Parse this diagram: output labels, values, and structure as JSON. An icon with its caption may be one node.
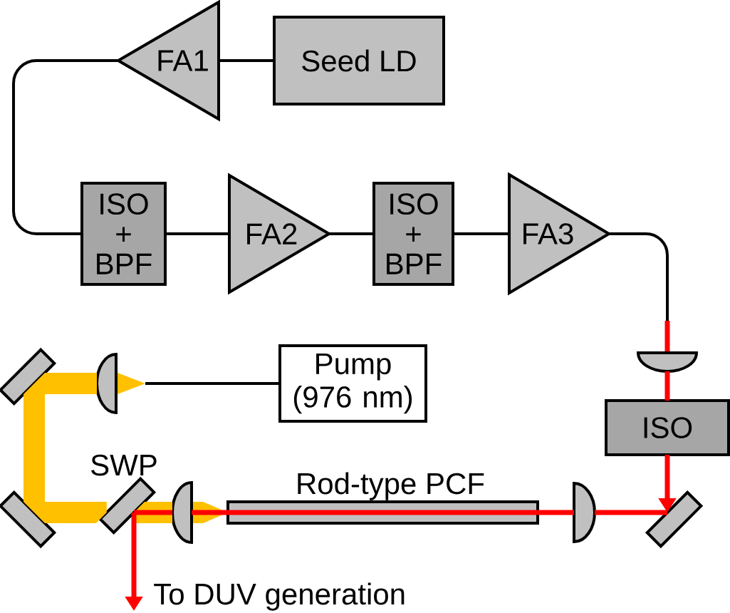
{
  "diagram": {
    "nodes": [
      {
        "text": [
          "Seed LD"
        ]
      },
      {
        "text": [
          "FA1"
        ]
      },
      {
        "text": [
          "ISO + BPF"
        ]
      },
      {
        "text": [
          "FA2"
        ]
      },
      {
        "text": [
          "ISO + BPF"
        ]
      },
      {
        "text": [
          "FA3"
        ]
      },
      {
        "text": [],
        "shape": "lens"
      },
      {
        "text": [
          "ISO"
        ]
      },
      {
        "text": [],
        "shape": "mirror"
      },
      {
        "text": [],
        "shape": "lens"
      },
      {
        "text": [
          "Rod-type PCF"
        ]
      },
      {
        "text": [],
        "shape": "lens"
      },
      {
        "text": [
          "SWP"
        ]
      },
      {
        "text": [],
        "shape": "mirror"
      },
      {
        "text": [],
        "shape": "mirror"
      },
      {
        "text": [],
        "shape": "lens"
      },
      {
        "text": [
          "Pump (976 nm)"
        ]
      }
    ],
    "edges": [
      {
        "from": 0,
        "to": 1,
        "arrow": "none"
      },
      {
        "from": 1,
        "to": 2,
        "arrow": "none"
      },
      {
        "from": 2,
        "to": 3,
        "arrow": "none"
      },
      {
        "from": 3,
        "to": 4,
        "arrow": "none"
      },
      {
        "from": 4,
        "to": 5,
        "arrow": "none"
      },
      {
        "from": 5,
        "to": 6,
        "arrow": "none"
      },
      {
        "from": 6,
        "to": 7,
        "arrow": "none",
        "color": "#ff0000"
      },
      {
        "from": 7,
        "to": 8,
        "arrow": "to",
        "color": "#ff0000"
      },
      {
        "from": 8,
        "to": 9,
        "arrow": "none",
        "color": "#ff0000"
      },
      {
        "from": 9,
        "to": 10,
        "arrow": "none",
        "color": "#ff0000"
      },
      {
        "from": 10,
        "to": 11,
        "arrow": "none",
        "color": "#ff0000"
      },
      {
        "from": 11,
        "to": 12,
        "arrow": "none",
        "color": "#ff0000"
      },
      {
        "from": 12,
        "to": null,
        "arrow": "to",
        "color": "#ff0000"
      },
      {
        "from": 16,
        "to": 15,
        "arrow": "none"
      },
      {
        "from": 15,
        "to": 14,
        "arrow": "none",
        "style": "thick",
        "color": "#ffc000"
      },
      {
        "from": 14,
        "to": 13,
        "arrow": "none",
        "style": "thick",
        "color": "#ffc000"
      },
      {
        "from": 13,
        "to": 12,
        "arrow": "none",
        "style": "thick",
        "color": "#ffc000"
      },
      {
        "from": 12,
        "to": 11,
        "arrow": "none",
        "style": "thick",
        "color": "#ffc000"
      }
    ],
    "labels": [
      "To DUV generation"
    ]
  }
}
